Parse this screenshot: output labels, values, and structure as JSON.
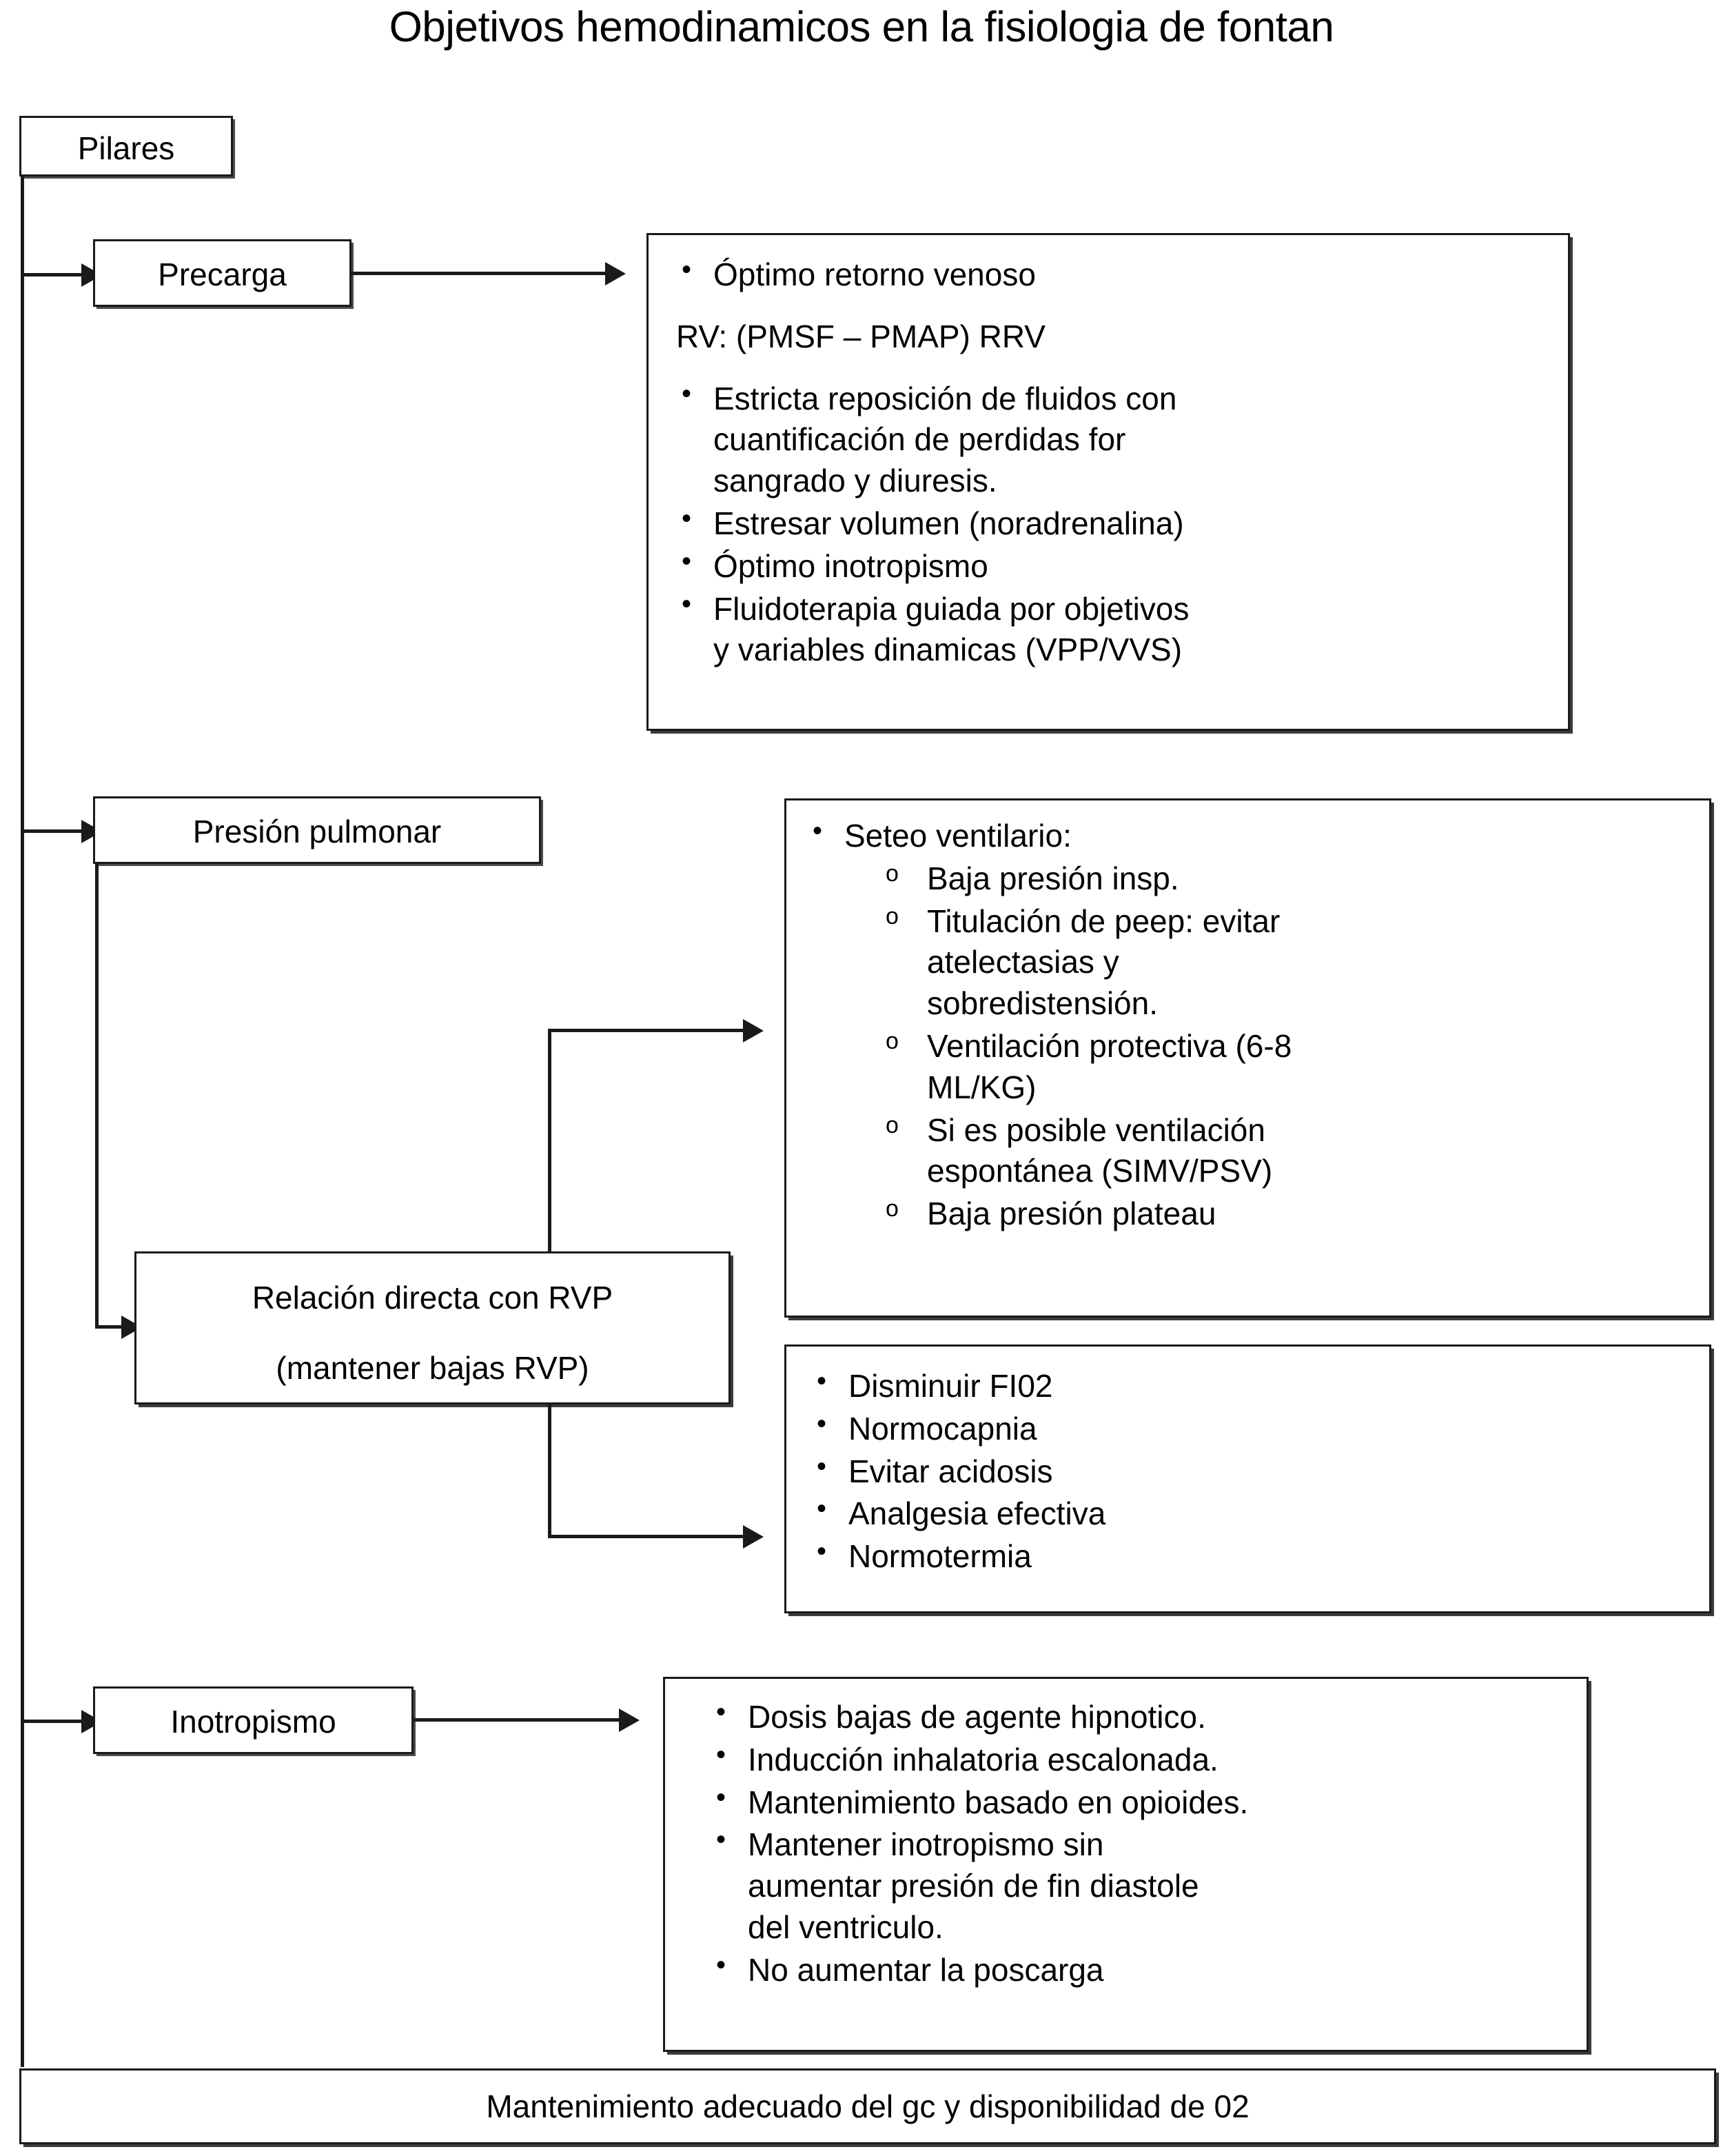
{
  "title": "Objetivos hemodinamicos en la fisiologia de fontan",
  "pillars_box": {
    "label": "Pilares"
  },
  "pillars": [
    {
      "label": "Precarga"
    },
    {
      "label": "Presión pulmonar"
    },
    {
      "label": "Inotropismo"
    }
  ],
  "rvp_box": {
    "line1": "Relación directa con RVP",
    "line2": "(mantener bajas RVP)"
  },
  "precarga_details": [
    {
      "level": 1,
      "text": "Óptimo retorno venoso"
    },
    {
      "level": 0,
      "text": "RV: (PMSF – PMAP) RRV"
    },
    {
      "level": 1,
      "text": "Estricta reposición de fluidos con",
      "cont": [
        "cuantificación de perdidas for",
        "sangrado y diuresis."
      ]
    },
    {
      "level": 1,
      "text": "Estresar volumen (noradrenalina)"
    },
    {
      "level": 1,
      "text": "Óptimo inotropismo"
    },
    {
      "level": 1,
      "text": "Fluidoterapia guiada por objetivos",
      "cont": [
        "y variables dinamicas (VPP/VVS)"
      ]
    }
  ],
  "ventilation_details": [
    {
      "level": 1,
      "text": "Seteo ventilario:"
    },
    {
      "level": 2,
      "text": "Baja presión insp."
    },
    {
      "level": 2,
      "text": "Titulación de peep: evitar",
      "cont": [
        "atelectasias y",
        "sobredistensión."
      ]
    },
    {
      "level": 2,
      "text": "Ventilación protectiva (6-8",
      "cont": [
        "ML/KG)"
      ]
    },
    {
      "level": 2,
      "text": "Si es posible ventilación",
      "cont": [
        "espontánea (SIMV/PSV)"
      ]
    },
    {
      "level": 2,
      "text": "Baja presión plateau"
    }
  ],
  "rvp_details": [
    {
      "level": 1,
      "text": "Disminuir FI02"
    },
    {
      "level": 1,
      "text": "Normocapnia"
    },
    {
      "level": 1,
      "text": "Evitar acidosis"
    },
    {
      "level": 1,
      "text": "Analgesia efectiva"
    },
    {
      "level": 1,
      "text": "Normotermia"
    }
  ],
  "inotropismo_details": [
    {
      "level": 1,
      "text": "Dosis bajas de agente hipnotico."
    },
    {
      "level": 1,
      "text": "Inducción inhalatoria escalonada."
    },
    {
      "level": 1,
      "text": "Mantenimiento basado en opioides."
    },
    {
      "level": 1,
      "text": "Mantener inotropismo sin",
      "cont": [
        "aumentar presión de fin diastole",
        "del ventriculo."
      ]
    },
    {
      "level": 1,
      "text": "No aumentar la poscarga"
    }
  ],
  "footer": {
    "text": "Mantenimiento adecuado del gc y disponibilidad de 02"
  },
  "colors": {
    "line": "#1a1a1a",
    "shadow": "#3b3b3b",
    "background": "#ffffff"
  }
}
